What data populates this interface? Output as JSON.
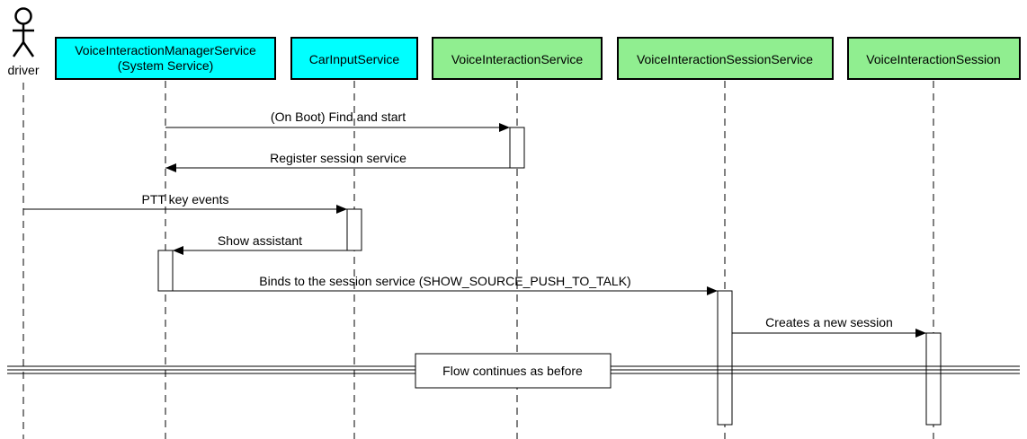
{
  "diagram": {
    "actor": {
      "label": "driver"
    },
    "participants": [
      {
        "id": "vims",
        "lines": [
          "VoiceInteractionManagerService",
          "(System Service)"
        ],
        "fill": "#00FFFF"
      },
      {
        "id": "cis",
        "lines": [
          "CarInputService"
        ],
        "fill": "#00FFFF"
      },
      {
        "id": "vis",
        "lines": [
          "VoiceInteractionService"
        ],
        "fill": "#90EE90"
      },
      {
        "id": "viss",
        "lines": [
          "VoiceInteractionSessionService"
        ],
        "fill": "#90EE90"
      },
      {
        "id": "vs",
        "lines": [
          "VoiceInteractionSession"
        ],
        "fill": "#90EE90"
      }
    ],
    "messages": [
      {
        "label": "(On Boot) Find and start",
        "from": "vims",
        "to": "vis"
      },
      {
        "label": "Register session service",
        "from": "vis",
        "to": "vims"
      },
      {
        "label": "PTT key events",
        "from": "driver",
        "to": "cis"
      },
      {
        "label": "Show assistant",
        "from": "cis",
        "to": "vims"
      },
      {
        "label": "Binds to the session service (SHOW_SOURCE_PUSH_TO_TALK)",
        "from": "vims",
        "to": "viss"
      },
      {
        "label": "Creates a new session",
        "from": "viss",
        "to": "vs"
      }
    ],
    "divider": {
      "label": "Flow continues as before"
    }
  }
}
